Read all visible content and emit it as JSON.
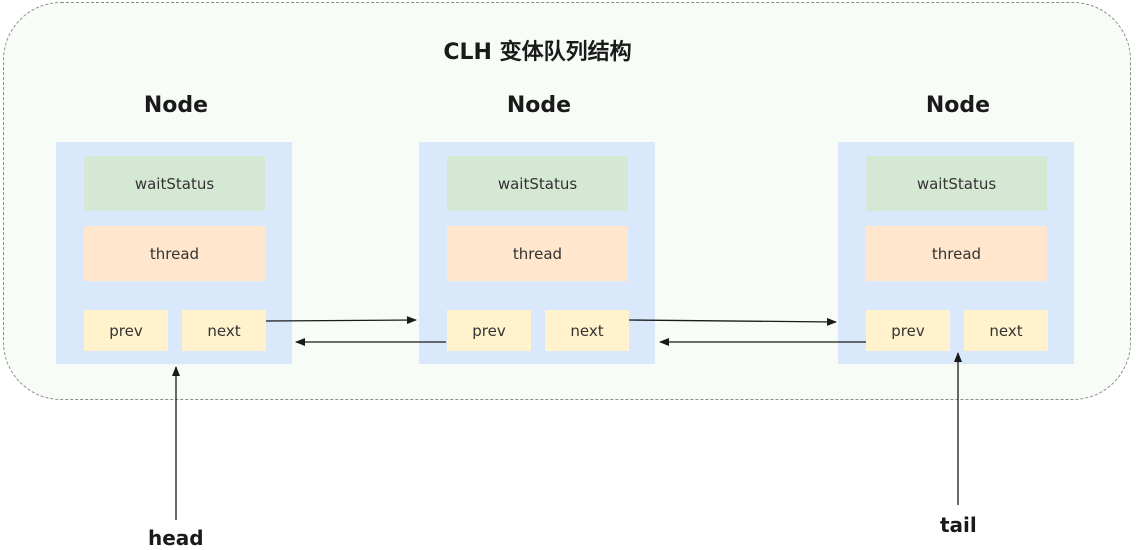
{
  "title": "CLH 变体队列结构",
  "nodes": [
    {
      "title": "Node",
      "wait_status": "waitStatus",
      "thread": "thread",
      "prev": "prev",
      "next": "next"
    },
    {
      "title": "Node",
      "wait_status": "waitStatus",
      "thread": "thread",
      "prev": "prev",
      "next": "next"
    },
    {
      "title": "Node",
      "wait_status": "waitStatus",
      "thread": "thread",
      "prev": "prev",
      "next": "next"
    }
  ],
  "pointers": {
    "head": "head",
    "tail": "tail"
  },
  "colors": {
    "container_bg": "#f7fcf7",
    "node_bg": "#dae8fc",
    "wait_status_bg": "#d5e8d4",
    "thread_bg": "#ffe6cc",
    "link_bg": "#fff2cc"
  }
}
